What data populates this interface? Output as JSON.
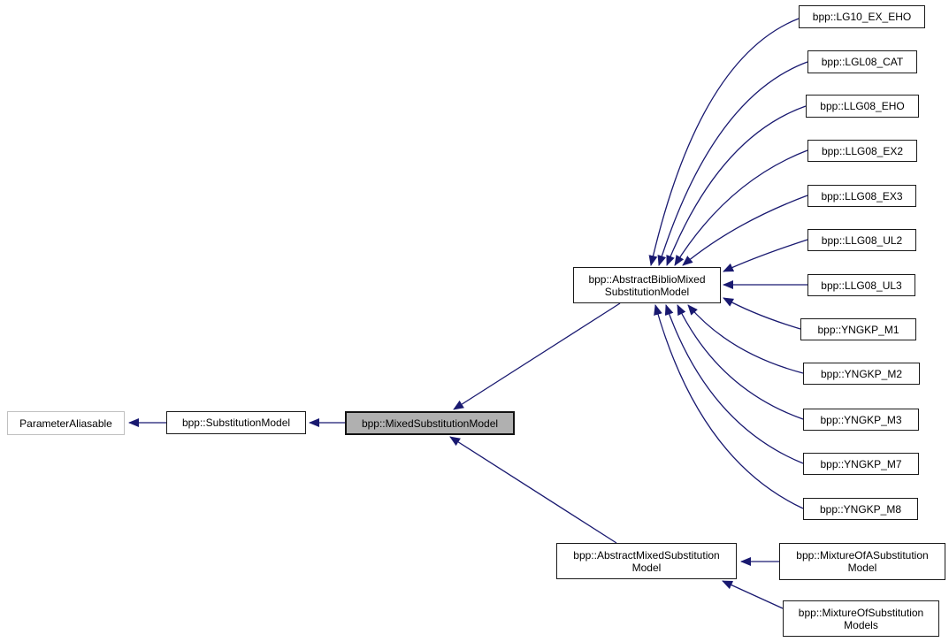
{
  "diagram": {
    "kind": "class-inheritance-graph",
    "colors": {
      "background": "#ffffff",
      "edge": "#191970",
      "node_border": "#1a1a1a",
      "node_fill": "#ffffff",
      "current_node_fill": "#b0b0b0",
      "external_node_border": "#c0c0c0",
      "text": "#000000"
    },
    "nodes": [
      {
        "id": "ParameterAliasable",
        "label": "ParameterAliasable",
        "style": "external"
      },
      {
        "id": "SubstitutionModel",
        "label": "bpp::SubstitutionModel",
        "style": "default"
      },
      {
        "id": "MixedSubstitutionModel",
        "label": "bpp::MixedSubstitutionModel",
        "style": "current"
      },
      {
        "id": "AbstractBiblioMixedSubstitutionModel",
        "label": "bpp::AbstractBiblioMixed\nSubstitutionModel",
        "style": "default"
      },
      {
        "id": "LG10_EX_EHO",
        "label": "bpp::LG10_EX_EHO",
        "style": "default"
      },
      {
        "id": "LGL08_CAT",
        "label": "bpp::LGL08_CAT",
        "style": "default"
      },
      {
        "id": "LLG08_EHO",
        "label": "bpp::LLG08_EHO",
        "style": "default"
      },
      {
        "id": "LLG08_EX2",
        "label": "bpp::LLG08_EX2",
        "style": "default"
      },
      {
        "id": "LLG08_EX3",
        "label": "bpp::LLG08_EX3",
        "style": "default"
      },
      {
        "id": "LLG08_UL2",
        "label": "bpp::LLG08_UL2",
        "style": "default"
      },
      {
        "id": "LLG08_UL3",
        "label": "bpp::LLG08_UL3",
        "style": "default"
      },
      {
        "id": "YNGKP_M1",
        "label": "bpp::YNGKP_M1",
        "style": "default"
      },
      {
        "id": "YNGKP_M2",
        "label": "bpp::YNGKP_M2",
        "style": "default"
      },
      {
        "id": "YNGKP_M3",
        "label": "bpp::YNGKP_M3",
        "style": "default"
      },
      {
        "id": "YNGKP_M7",
        "label": "bpp::YNGKP_M7",
        "style": "default"
      },
      {
        "id": "YNGKP_M8",
        "label": "bpp::YNGKP_M8",
        "style": "default"
      },
      {
        "id": "AbstractMixedSubstitutionModel",
        "label": "bpp::AbstractMixedSubstitution\nModel",
        "style": "default"
      },
      {
        "id": "MixtureOfASubstitutionModel",
        "label": "bpp::MixtureOfASubstitution\nModel",
        "style": "default"
      },
      {
        "id": "MixtureOfSubstitutionModels",
        "label": "bpp::MixtureOfSubstitution\nModels",
        "style": "default"
      }
    ],
    "edges": [
      {
        "from": "SubstitutionModel",
        "to": "ParameterAliasable"
      },
      {
        "from": "MixedSubstitutionModel",
        "to": "SubstitutionModel"
      },
      {
        "from": "AbstractBiblioMixedSubstitutionModel",
        "to": "MixedSubstitutionModel"
      },
      {
        "from": "AbstractMixedSubstitutionModel",
        "to": "MixedSubstitutionModel"
      },
      {
        "from": "LG10_EX_EHO",
        "to": "AbstractBiblioMixedSubstitutionModel"
      },
      {
        "from": "LGL08_CAT",
        "to": "AbstractBiblioMixedSubstitutionModel"
      },
      {
        "from": "LLG08_EHO",
        "to": "AbstractBiblioMixedSubstitutionModel"
      },
      {
        "from": "LLG08_EX2",
        "to": "AbstractBiblioMixedSubstitutionModel"
      },
      {
        "from": "LLG08_EX3",
        "to": "AbstractBiblioMixedSubstitutionModel"
      },
      {
        "from": "LLG08_UL2",
        "to": "AbstractBiblioMixedSubstitutionModel"
      },
      {
        "from": "LLG08_UL3",
        "to": "AbstractBiblioMixedSubstitutionModel"
      },
      {
        "from": "YNGKP_M1",
        "to": "AbstractBiblioMixedSubstitutionModel"
      },
      {
        "from": "YNGKP_M2",
        "to": "AbstractBiblioMixedSubstitutionModel"
      },
      {
        "from": "YNGKP_M3",
        "to": "AbstractBiblioMixedSubstitutionModel"
      },
      {
        "from": "YNGKP_M7",
        "to": "AbstractBiblioMixedSubstitutionModel"
      },
      {
        "from": "YNGKP_M8",
        "to": "AbstractBiblioMixedSubstitutionModel"
      },
      {
        "from": "MixtureOfASubstitutionModel",
        "to": "AbstractMixedSubstitutionModel"
      },
      {
        "from": "MixtureOfSubstitutionModels",
        "to": "AbstractMixedSubstitutionModel"
      }
    ]
  }
}
